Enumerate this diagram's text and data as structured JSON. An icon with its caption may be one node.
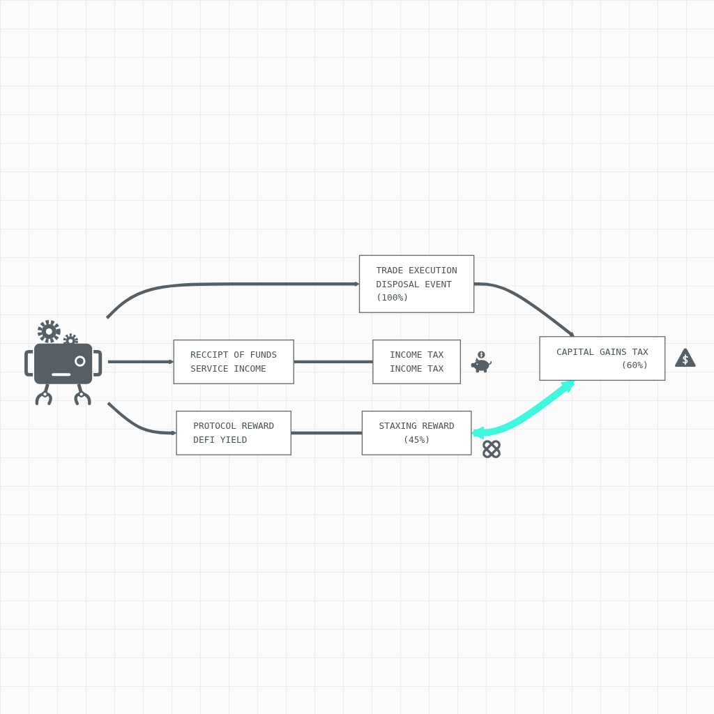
{
  "diagram": {
    "nodes": [
      {
        "text": [],
        "shape": "picture"
      },
      {
        "text": [
          "TRADE EXECUTION",
          "DISPOSAL EVENT",
          "(100%)"
        ]
      },
      {
        "text": [
          "RECCIPT OF FUNDS",
          "SERVICE INCOME"
        ]
      },
      {
        "text": [
          "PROTOCOL REWARD",
          "DEFI YIELD"
        ]
      },
      {
        "text": [
          "CAPITAL GAINS TAX",
          "(60%)"
        ]
      },
      {
        "text": [
          "INCOME TAX",
          "INCOME TAX"
        ]
      },
      {
        "text": [
          "STAXING REWARD",
          "(45%)"
        ]
      }
    ],
    "edges": [
      {
        "from": 0,
        "to": 1,
        "arrow": "to"
      },
      {
        "from": 0,
        "to": 2,
        "arrow": "to"
      },
      {
        "from": 0,
        "to": 3,
        "arrow": "to"
      },
      {
        "from": 1,
        "to": 4,
        "arrow": "to"
      },
      {
        "from": 2,
        "to": 5,
        "arrow": "none"
      },
      {
        "from": 3,
        "to": 6,
        "arrow": "none"
      },
      {
        "from": 6,
        "to": 4,
        "arrow": "both",
        "style": "thick",
        "color": "#3ff7dc"
      }
    ]
  }
}
